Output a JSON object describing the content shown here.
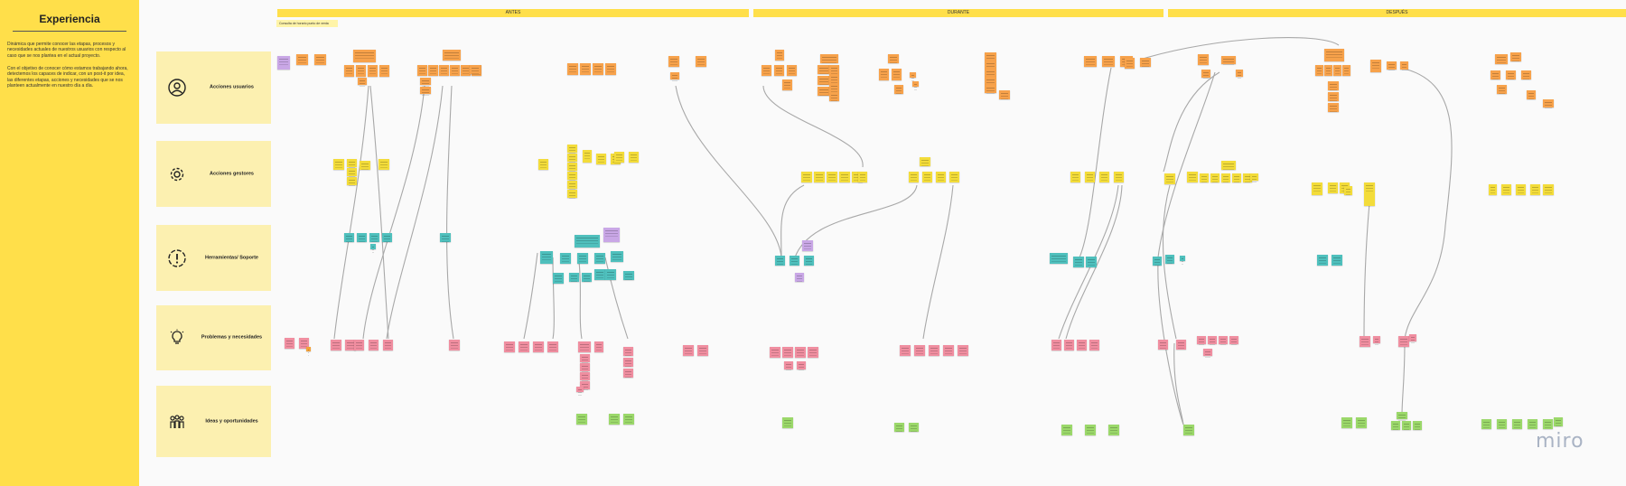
{
  "sidebar": {
    "title": "Experiencia",
    "paragraph1": "Dinámica que permite conocer las etapas, procesos y necesidades actuales de nuestros usuarios con respecto al caso que se nos plantea en el actual proyecto.",
    "paragraph2": "Con el objetivo de conocer cómo estamos trabajando ahora, detectemos los capaces de indicar, con un post-it por idea, las diferentes etapas, acciones y necesidades que se nos planteen actualmente en nuestro día a día."
  },
  "phases": [
    "ANTES",
    "DURANTE",
    "DESPUÉS"
  ],
  "note_tag": "Consulta de horario punto de venta",
  "lanes": [
    {
      "label": "Acciones usuarios",
      "icon": "user-icon"
    },
    {
      "label": "Acciones gestores",
      "icon": "gear-icon"
    },
    {
      "label": "Herramientas/ Soporte",
      "icon": "alert-icon"
    },
    {
      "label": "Problemas y necesidades",
      "icon": "lightbulb-icon"
    },
    {
      "label": "Ideas y oportunidades",
      "icon": "team-icon"
    }
  ],
  "watermark": "miro",
  "colors": {
    "sidebar": "#ffdf4a",
    "lane_bg": "#fcf0b0",
    "orange": "#f7a24b",
    "yellow": "#f3dc3a",
    "teal": "#4fc0bd",
    "purple": "#c9a7e6",
    "pink": "#f08ea0",
    "green": "#9bd86a"
  }
}
